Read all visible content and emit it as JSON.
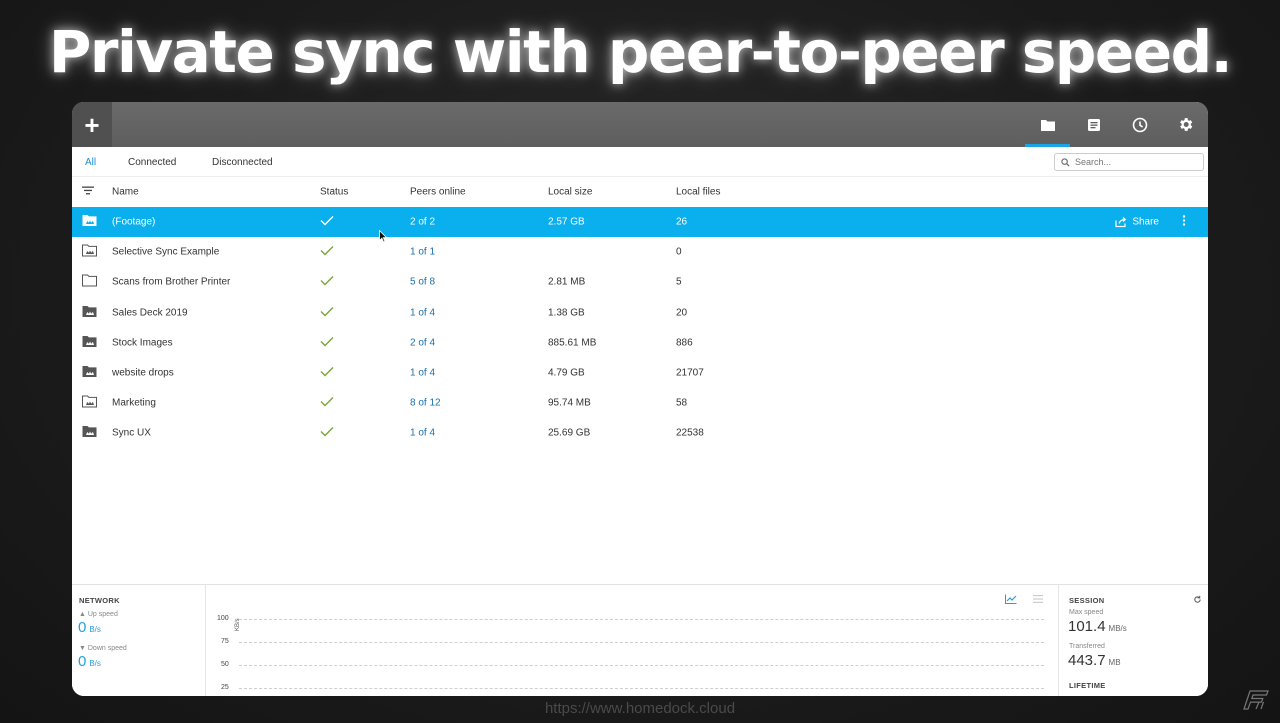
{
  "headline": "Private sync with peer-to-peer speed.",
  "footer_url": "https://www.homedock.cloud",
  "topbar": {
    "add_label": "+",
    "nav_icons": [
      "folder-icon",
      "document-icon",
      "clock-icon",
      "gear-icon"
    ],
    "active_index": 0
  },
  "filters": {
    "tabs": [
      "All",
      "Connected",
      "Disconnected"
    ],
    "active": "All",
    "search_placeholder": "Search..."
  },
  "table": {
    "columns": [
      "Name",
      "Status",
      "Peers online",
      "Local size",
      "Local files"
    ],
    "rows": [
      {
        "name": "(Footage)",
        "status": "check",
        "peers": "2 of 2",
        "size": "2.57 GB",
        "files": "26",
        "selected": true
      },
      {
        "name": "Selective Sync Example",
        "status": "check",
        "peers": "1 of 1",
        "size": "",
        "files": "0"
      },
      {
        "name": "Scans from Brother Printer",
        "status": "check",
        "peers": "5 of 8",
        "size": "2.81 MB",
        "files": "5"
      },
      {
        "name": "Sales Deck 2019",
        "status": "check",
        "peers": "1 of 4",
        "size": "1.38 GB",
        "files": "20"
      },
      {
        "name": "Stock Images",
        "status": "check",
        "peers": "2 of 4",
        "size": "885.61 MB",
        "files": "886"
      },
      {
        "name": "website drops",
        "status": "check",
        "peers": "1 of 4",
        "size": "4.79 GB",
        "files": "21707"
      },
      {
        "name": "Marketing",
        "status": "check",
        "peers": "8 of 12",
        "size": "95.74 MB",
        "files": "58"
      },
      {
        "name": "Sync UX",
        "status": "check",
        "peers": "1 of 4",
        "size": "25.69 GB",
        "files": "22538"
      }
    ],
    "share_label": "Share"
  },
  "network": {
    "title": "NETWORK",
    "up_label": "Up speed",
    "up_value": "0",
    "up_unit": "B/s",
    "down_label": "Down speed",
    "down_value": "0",
    "down_unit": "B/s"
  },
  "graph": {
    "unit_label": "KB/s",
    "ticks": [
      "100",
      "75",
      "50",
      "25"
    ]
  },
  "session": {
    "title": "SESSION",
    "max_speed_label": "Max speed",
    "max_speed_value": "101.4",
    "max_speed_unit": "MB/s",
    "transferred_label": "Transferred",
    "transferred_value": "443.7",
    "transferred_unit": "MB",
    "lifetime_title": "LIFETIME"
  },
  "colors": {
    "accent": "#0ab0ee",
    "link": "#1a6fb0",
    "check": "#7aa33a",
    "topbar": "#646464"
  }
}
